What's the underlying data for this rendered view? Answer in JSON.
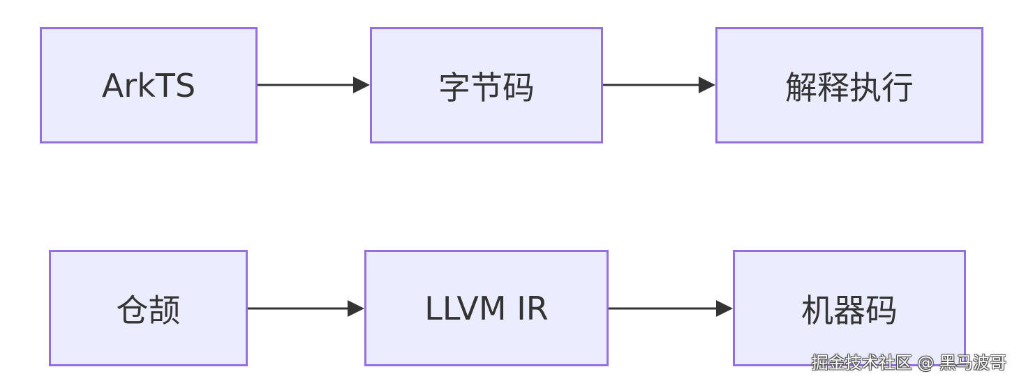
{
  "diagram": {
    "nodes": {
      "arkts": "ArkTS",
      "bytecode": "字节码",
      "interpret": "解释执行",
      "cangjie": "仓颉",
      "llvm_ir": "LLVM IR",
      "machine_code": "机器码"
    },
    "edges": [
      {
        "from": "arkts",
        "to": "bytecode"
      },
      {
        "from": "bytecode",
        "to": "interpret"
      },
      {
        "from": "cangjie",
        "to": "llvm_ir"
      },
      {
        "from": "llvm_ir",
        "to": "machine_code"
      }
    ]
  },
  "colors": {
    "node_fill": "#ececff",
    "node_border": "#9370db",
    "edge": "#333333",
    "text": "#333333"
  },
  "watermark": "掘金技术社区 @ 黑马波哥"
}
